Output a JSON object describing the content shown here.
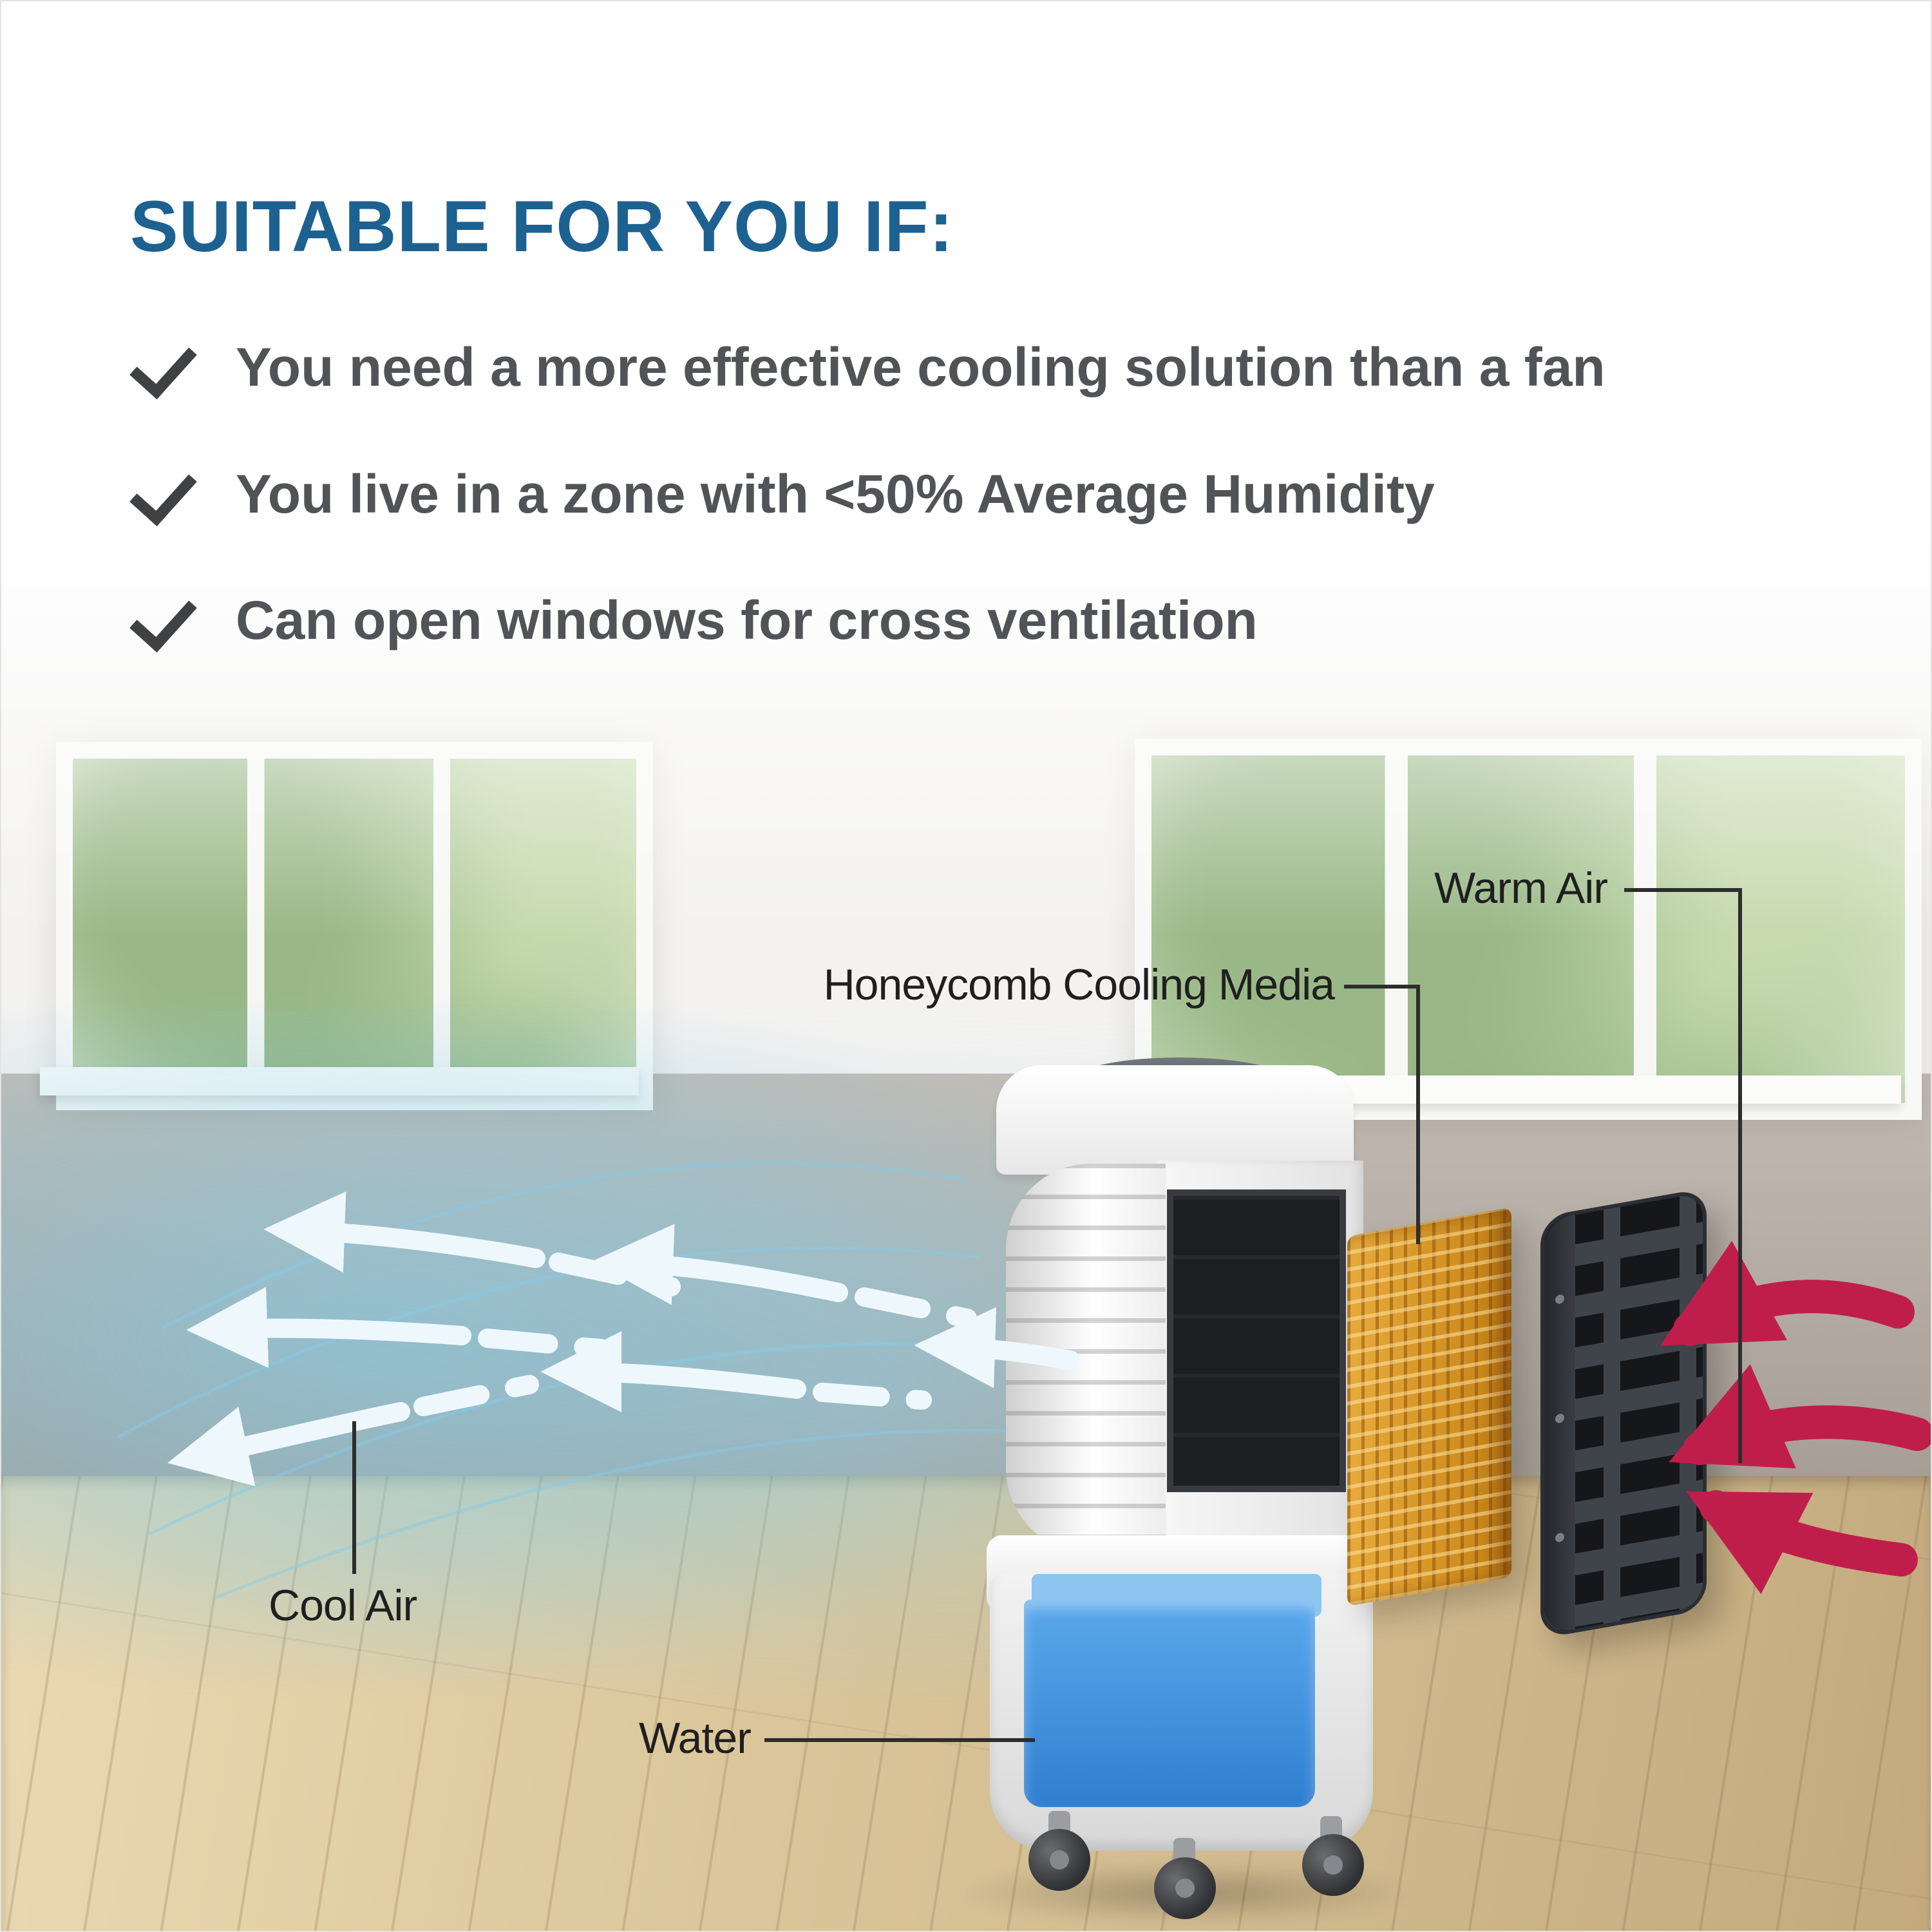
{
  "page": {
    "title": "SUITABLE FOR YOU IF:"
  },
  "checklist": [
    {
      "label": "You need a more effective cooling solution than a fan"
    },
    {
      "label": "You live in a zone with <50% Average Humidity"
    },
    {
      "label": "Can open windows for cross ventilation"
    }
  ],
  "diagram_labels": {
    "warm_air": "Warm Air",
    "honeycomb": "Honeycomb Cooling Media",
    "cool_air": "Cool Air",
    "water": "Water"
  },
  "colors": {
    "title_blue": "#1d6191",
    "checklist_gray": "#515356",
    "warm_arrow_red": "#bf1e4b",
    "cool_arrow_blue": "#eef8fc",
    "water_blue": "#3f93e0",
    "honeycomb_orange": "#d99a2b",
    "grille_dark": "#33363c"
  }
}
